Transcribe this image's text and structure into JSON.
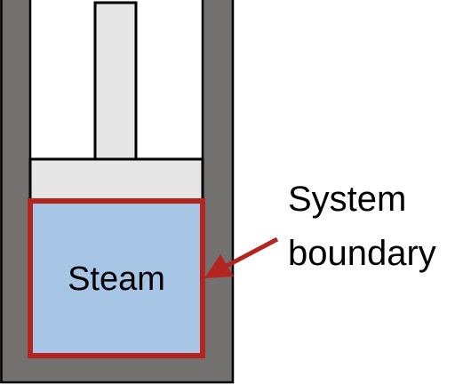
{
  "diagram": {
    "labels": {
      "substance": "Steam",
      "boundary_line1": "System",
      "boundary_line2": "boundary"
    },
    "colors": {
      "cylinder_wall": "#737170",
      "piston": "#e6e6e6",
      "steam": "#a7c6e6",
      "boundary": "#b5251f",
      "outline": "#000000",
      "background": "#ffffff"
    }
  }
}
